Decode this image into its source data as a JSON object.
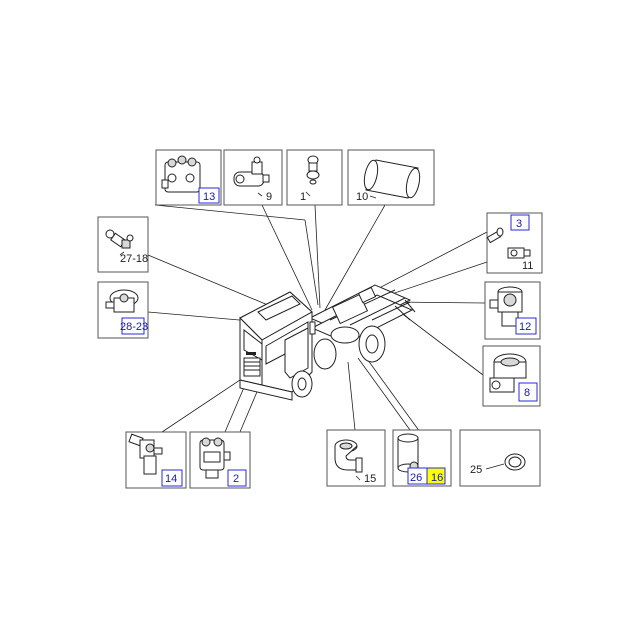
{
  "labels": {
    "p13": "13",
    "p9": "9",
    "p1": "1",
    "p10": "10",
    "p27_18": "27-18",
    "p3": "3",
    "p11": "11",
    "p28_23": "28-23",
    "p12": "12",
    "p8": "8",
    "p14": "14",
    "p2": "2",
    "p15": "15",
    "p26": "26",
    "p16": "16",
    "p25": "25"
  },
  "colors": {
    "link_border": "#2a2adb",
    "highlight": "#ffff00",
    "line": "#222222",
    "box_border": "#555555"
  }
}
